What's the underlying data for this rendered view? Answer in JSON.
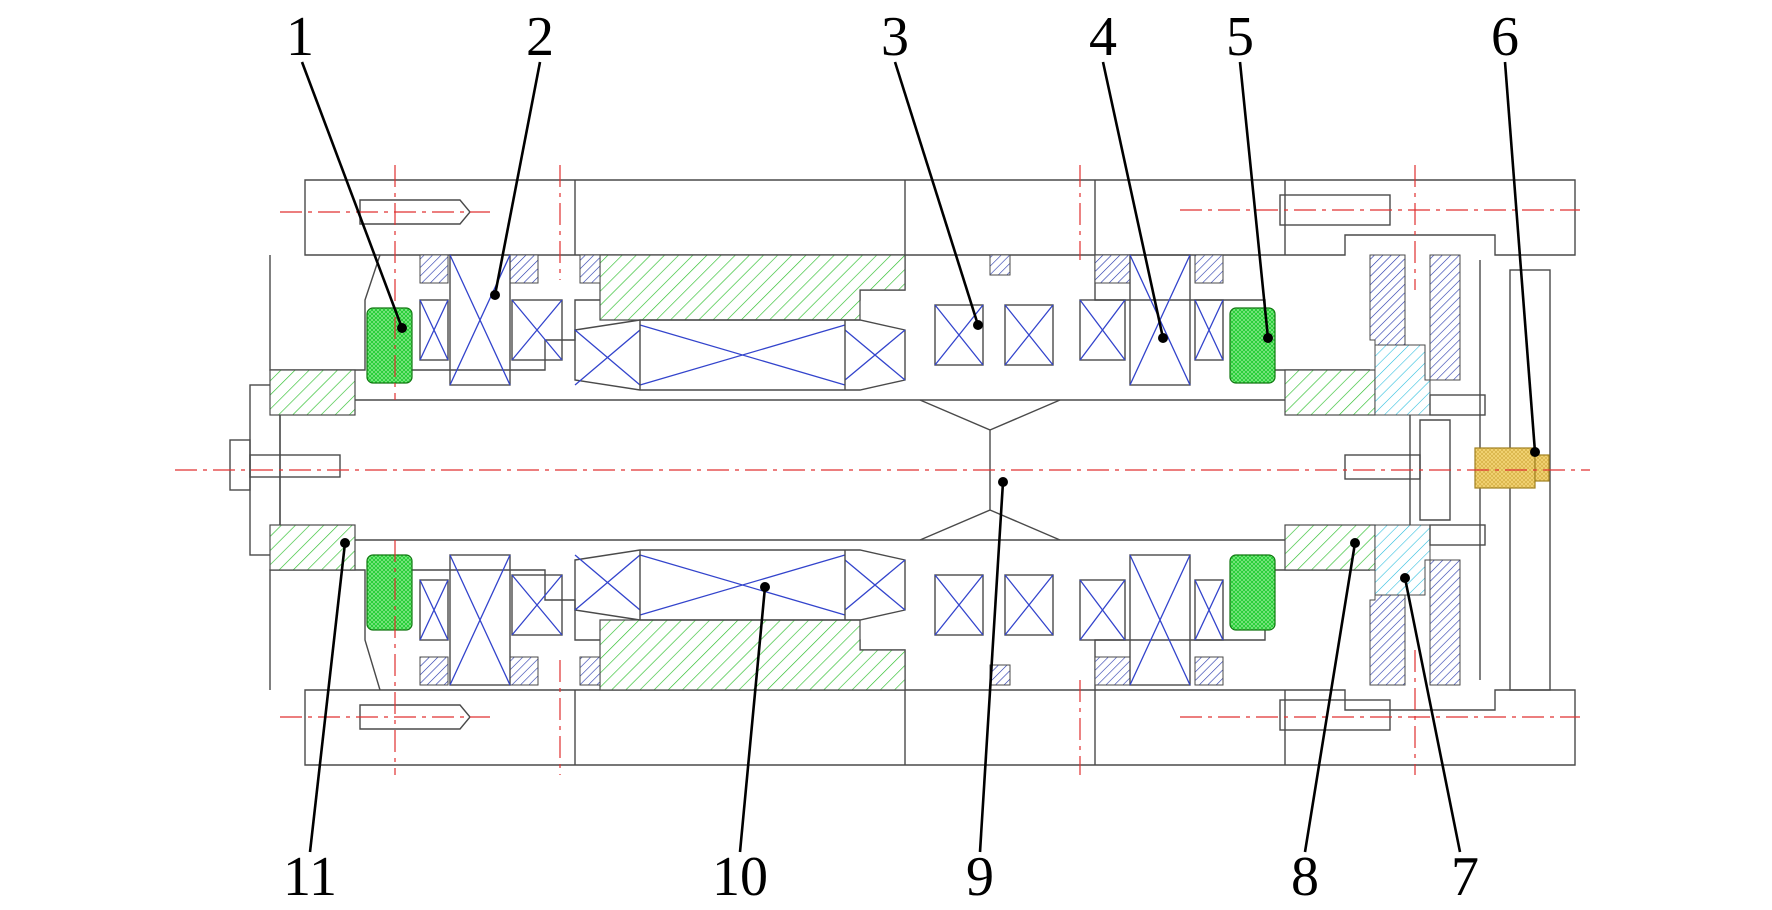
{
  "colors": {
    "outline": "#4a4a4a",
    "bearing_cross": "#3344cc",
    "center_line": "#e03030",
    "hatch_green": "#2fbf2f",
    "hatch_blue": "#2233aa",
    "hatch_cyan": "#22bbdd",
    "solid_green": "#22cc33",
    "gold_part": "#e8c860"
  },
  "callouts": [
    {
      "id": "1",
      "label": "1"
    },
    {
      "id": "2",
      "label": "2"
    },
    {
      "id": "3",
      "label": "3"
    },
    {
      "id": "4",
      "label": "4"
    },
    {
      "id": "5",
      "label": "5"
    },
    {
      "id": "6",
      "label": "6"
    },
    {
      "id": "7",
      "label": "7"
    },
    {
      "id": "8",
      "label": "8"
    },
    {
      "id": "9",
      "label": "9"
    },
    {
      "id": "10",
      "label": "10"
    },
    {
      "id": "11",
      "label": "11"
    }
  ]
}
